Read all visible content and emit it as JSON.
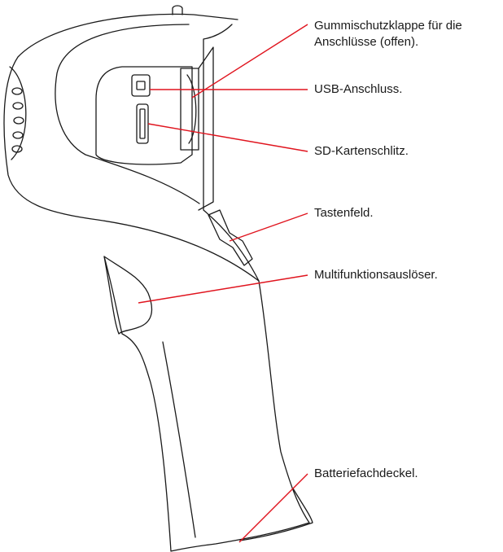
{
  "colors": {
    "outline": "#1a1a1a",
    "leader": "#e0141e",
    "text": "#1a1a1a"
  },
  "callouts": [
    {
      "id": "flap",
      "lines": [
        "Gummischutzklappe für die",
        "Anschlüsse (offen)."
      ]
    },
    {
      "id": "usb",
      "lines": [
        "USB-Anschluss."
      ]
    },
    {
      "id": "sd",
      "lines": [
        "SD-Kartenschlitz."
      ]
    },
    {
      "id": "keypad",
      "lines": [
        "Tastenfeld."
      ]
    },
    {
      "id": "trigger",
      "lines": [
        "Multifunktionsauslöser."
      ]
    },
    {
      "id": "battery",
      "lines": [
        "Batteriefachdeckel."
      ]
    }
  ]
}
